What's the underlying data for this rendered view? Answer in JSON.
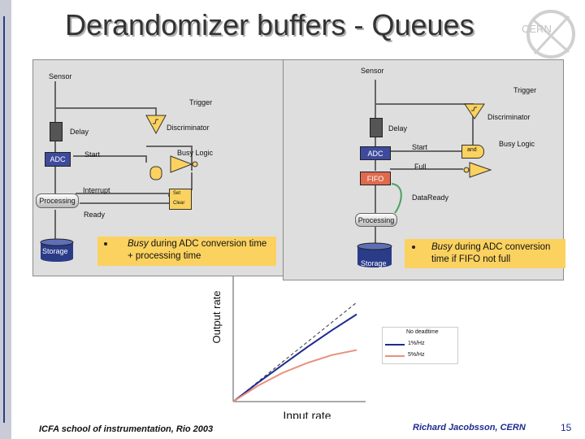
{
  "title": "Derandomizer buffers - Queues",
  "logo_text": "CERN",
  "left_diagram": {
    "sensor": "Sensor",
    "trigger": "Trigger",
    "delay": "Delay",
    "discriminator": "Discriminator",
    "adc": "ADC",
    "start": "Start",
    "busy_logic": "Busy Logic",
    "interrupt": "Interrupt",
    "processing": "Processing",
    "set": "Set",
    "clear": "Clear",
    "ready": "Ready",
    "storage": "Storage",
    "bullet_italic": "Busy",
    "bullet_text": " during ADC conversion time + processing time"
  },
  "right_diagram": {
    "sensor": "Sensor",
    "trigger": "Trigger",
    "discriminator": "Discriminator",
    "delay": "Delay",
    "adc": "ADC",
    "start": "Start",
    "and": "and",
    "busy_logic": "Busy Logic",
    "full": "Full",
    "fifo": "FIFO",
    "data_ready": "DataReady",
    "processing": "Processing",
    "storage": "Storage",
    "bullet_italic": "Busy",
    "bullet_text": " during ADC conversion time if FIFO not full"
  },
  "chart_data": {
    "type": "line",
    "xlabel": "Input rate",
    "ylabel": "Output rate",
    "series": [
      {
        "name": "No deadtime",
        "color": "#333333",
        "style": "dashed",
        "values": [
          [
            0,
            0
          ],
          [
            1,
            1
          ]
        ]
      },
      {
        "name": "1%/Hz",
        "color": "#1f2a8f",
        "style": "solid",
        "values": [
          [
            0,
            0
          ],
          [
            0.2,
            0.19
          ],
          [
            0.4,
            0.37
          ],
          [
            0.6,
            0.55
          ],
          [
            0.8,
            0.72
          ],
          [
            1,
            0.88
          ]
        ]
      },
      {
        "name": "5%/Hz",
        "color": "#e8907a",
        "style": "solid",
        "values": [
          [
            0,
            0
          ],
          [
            0.2,
            0.16
          ],
          [
            0.4,
            0.29
          ],
          [
            0.6,
            0.39
          ],
          [
            0.8,
            0.47
          ],
          [
            1,
            0.52
          ]
        ]
      }
    ]
  },
  "footer": {
    "left": "ICFA school of instrumentation, Rio 2003",
    "right": "Richard Jacobsson, CERN",
    "page": "15"
  }
}
